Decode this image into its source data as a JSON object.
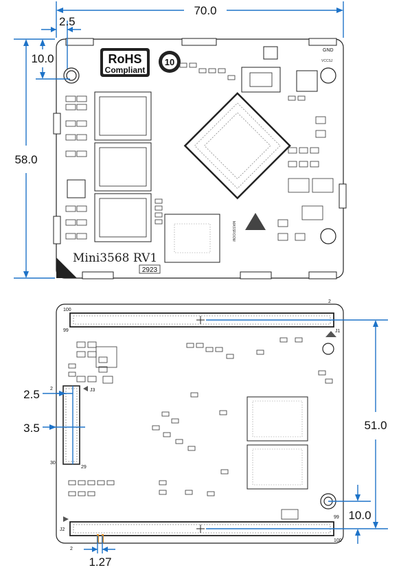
{
  "top_view": {
    "dimensions": {
      "width": "70.0",
      "height": "58.0",
      "hole_offset_x": "2.5",
      "hole_offset_y": "10.0"
    },
    "logos": {
      "rohs_title": "RoHS",
      "rohs_sub": "Compliant",
      "env_label": "10"
    },
    "board_name": "Mini3568  RV1",
    "date_code": "2923",
    "brand_label": "MASSROOM",
    "gnd_label": "GND",
    "vcc_label": "VCCSJ"
  },
  "bottom_view": {
    "dimensions": {
      "header_spacing": "51.0",
      "hole_offset": "10.0",
      "j3_offset": "2.5",
      "j3_width": "3.5",
      "pitch": "1.27"
    },
    "connectors": {
      "j1": "J1",
      "j2": "J2",
      "j3": "J3"
    },
    "pins": {
      "j1_left_top": "100",
      "j1_left_bottom": "99",
      "j1_right_top": "2",
      "j2_right_top": "99",
      "j2_right_bottom": "100",
      "j2_left_bottom": "2",
      "j3_top": "2",
      "j3_bottom": "30",
      "j3_mid": "29"
    }
  },
  "colors": {
    "dimension_lines": "#1e73c8",
    "outline": "#222222",
    "pitch_marker": "#e08a1e"
  }
}
